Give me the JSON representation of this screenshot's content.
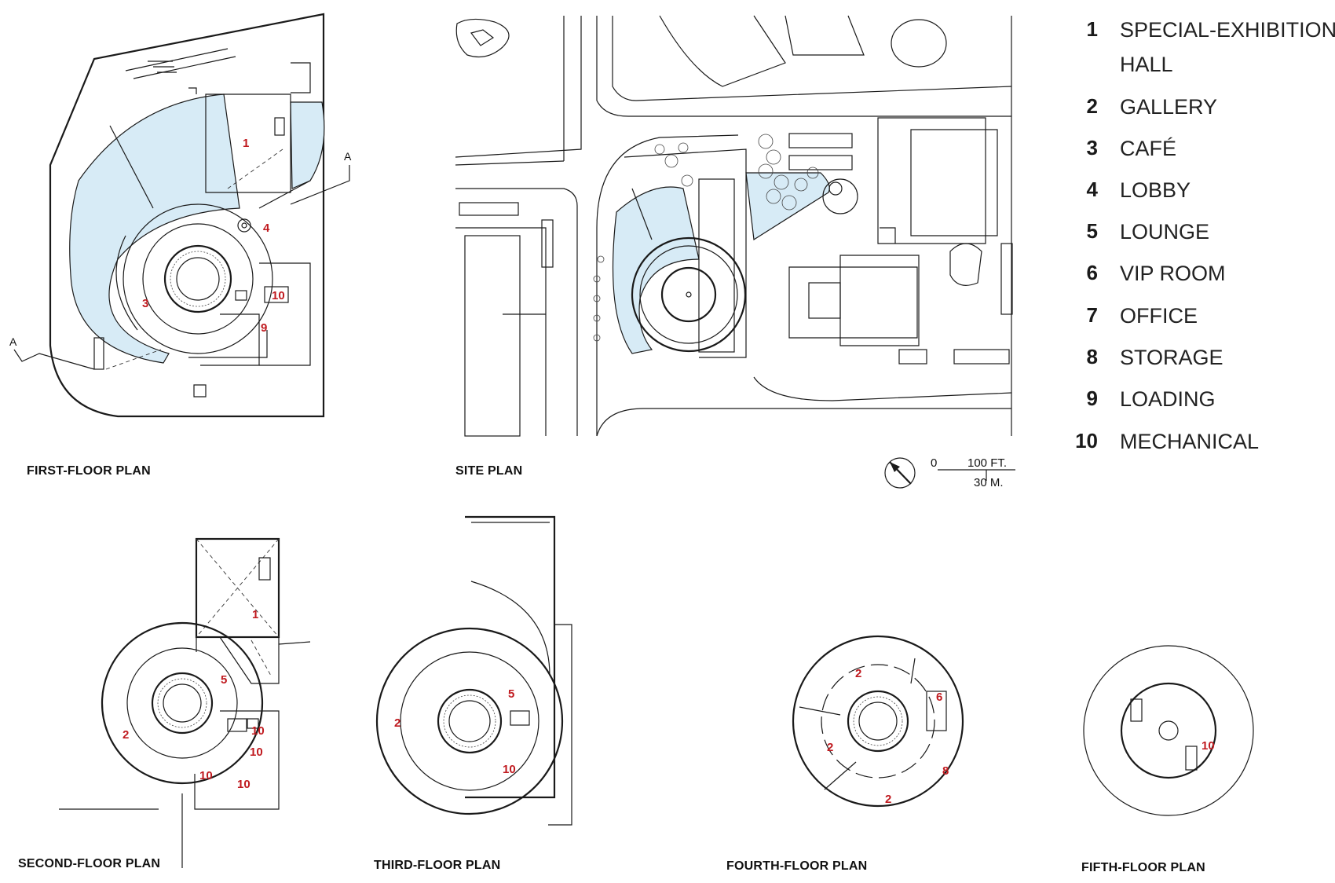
{
  "captions": {
    "first_floor": "FIRST-FLOOR PLAN",
    "site": "SITE PLAN",
    "second_floor": "SECOND-FLOOR PLAN",
    "third_floor": "THIRD-FLOOR PLAN",
    "fourth_floor": "FOURTH-FLOOR PLAN",
    "fifth_floor": "FIFTH-FLOOR PLAN"
  },
  "section_marker": "A",
  "scale_bar": {
    "zero": "0",
    "feet": "100 FT.",
    "meters": "30 M."
  },
  "legend": [
    {
      "num": "1",
      "label": "SPECIAL-EXHIBITION",
      "label2": "HALL"
    },
    {
      "num": "2",
      "label": "GALLERY"
    },
    {
      "num": "3",
      "label": "CAFÉ"
    },
    {
      "num": "4",
      "label": "LOBBY"
    },
    {
      "num": "5",
      "label": "LOUNGE"
    },
    {
      "num": "6",
      "label": "VIP ROOM"
    },
    {
      "num": "7",
      "label": "OFFICE"
    },
    {
      "num": "8",
      "label": "STORAGE"
    },
    {
      "num": "9",
      "label": "LOADING"
    },
    {
      "num": "10",
      "label": "MECHANICAL"
    }
  ],
  "room_labels": {
    "first": [
      "1",
      "4",
      "3",
      "10",
      "9"
    ],
    "second": [
      "1",
      "5",
      "2",
      "10",
      "10",
      "10",
      "10"
    ],
    "third": [
      "5",
      "2",
      "10"
    ],
    "fourth": [
      "2",
      "6",
      "2",
      "8",
      "2"
    ],
    "fifth": [
      "10"
    ]
  },
  "colors": {
    "water": "#d7ebf6",
    "room_number": "#c01a1f",
    "line": "#1a1a1a"
  }
}
